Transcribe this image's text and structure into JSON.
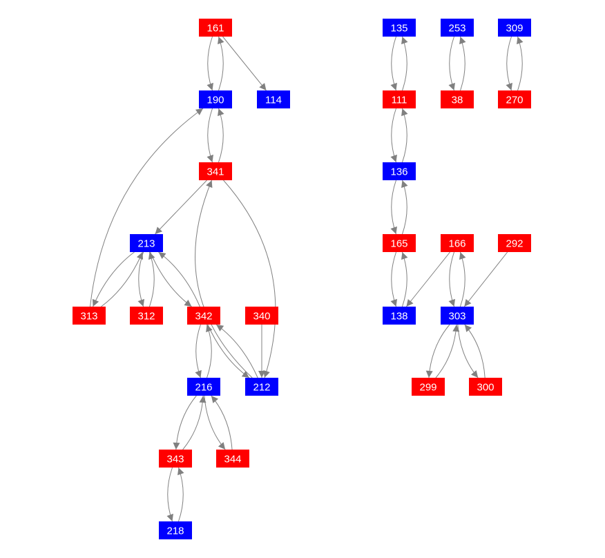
{
  "colors": {
    "red": "#ff0000",
    "blue": "#0000ff",
    "edge": "#808080",
    "label": "#ffffff"
  },
  "nodes": [
    {
      "id": "161",
      "color": "red"
    },
    {
      "id": "190",
      "color": "blue"
    },
    {
      "id": "114",
      "color": "blue"
    },
    {
      "id": "341",
      "color": "red"
    },
    {
      "id": "213",
      "color": "blue"
    },
    {
      "id": "313",
      "color": "red"
    },
    {
      "id": "312",
      "color": "red"
    },
    {
      "id": "342",
      "color": "red"
    },
    {
      "id": "340",
      "color": "red"
    },
    {
      "id": "216",
      "color": "blue"
    },
    {
      "id": "212",
      "color": "blue"
    },
    {
      "id": "343",
      "color": "red"
    },
    {
      "id": "344",
      "color": "red"
    },
    {
      "id": "218",
      "color": "blue"
    },
    {
      "id": "135",
      "color": "blue"
    },
    {
      "id": "253",
      "color": "blue"
    },
    {
      "id": "309",
      "color": "blue"
    },
    {
      "id": "111",
      "color": "red"
    },
    {
      "id": "38",
      "color": "red"
    },
    {
      "id": "270",
      "color": "red"
    },
    {
      "id": "136",
      "color": "blue"
    },
    {
      "id": "165",
      "color": "red"
    },
    {
      "id": "166",
      "color": "red"
    },
    {
      "id": "292",
      "color": "red"
    },
    {
      "id": "138",
      "color": "blue"
    },
    {
      "id": "303",
      "color": "blue"
    },
    {
      "id": "299",
      "color": "red"
    },
    {
      "id": "300",
      "color": "red"
    }
  ],
  "edges": [
    [
      "161",
      "190"
    ],
    [
      "190",
      "161"
    ],
    [
      "161",
      "114"
    ],
    [
      "190",
      "341"
    ],
    [
      "341",
      "190"
    ],
    [
      "341",
      "213"
    ],
    [
      "341",
      "212"
    ],
    [
      "212",
      "341"
    ],
    [
      "313",
      "190"
    ],
    [
      "213",
      "313"
    ],
    [
      "313",
      "213"
    ],
    [
      "213",
      "312"
    ],
    [
      "312",
      "213"
    ],
    [
      "213",
      "342"
    ],
    [
      "342",
      "213"
    ],
    [
      "342",
      "216"
    ],
    [
      "216",
      "342"
    ],
    [
      "342",
      "212"
    ],
    [
      "212",
      "342"
    ],
    [
      "340",
      "212"
    ],
    [
      "216",
      "343"
    ],
    [
      "343",
      "216"
    ],
    [
      "216",
      "344"
    ],
    [
      "344",
      "216"
    ],
    [
      "343",
      "218"
    ],
    [
      "218",
      "343"
    ],
    [
      "135",
      "111"
    ],
    [
      "111",
      "135"
    ],
    [
      "253",
      "38"
    ],
    [
      "38",
      "253"
    ],
    [
      "309",
      "270"
    ],
    [
      "270",
      "309"
    ],
    [
      "111",
      "136"
    ],
    [
      "136",
      "111"
    ],
    [
      "136",
      "165"
    ],
    [
      "165",
      "136"
    ],
    [
      "165",
      "138"
    ],
    [
      "138",
      "165"
    ],
    [
      "166",
      "138"
    ],
    [
      "166",
      "303"
    ],
    [
      "303",
      "166"
    ],
    [
      "292",
      "303"
    ],
    [
      "303",
      "299"
    ],
    [
      "299",
      "303"
    ],
    [
      "303",
      "300"
    ],
    [
      "300",
      "303"
    ]
  ]
}
